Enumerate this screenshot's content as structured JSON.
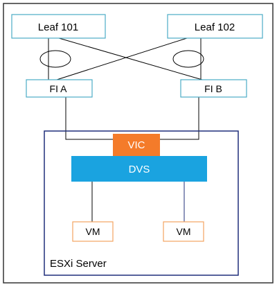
{
  "nodes": {
    "leaf1": {
      "label": "Leaf 101"
    },
    "leaf2": {
      "label": "Leaf 102"
    },
    "fia": {
      "label": "FI A"
    },
    "fib": {
      "label": "FI B"
    },
    "vic": {
      "label": "VIC"
    },
    "dvs": {
      "label": "DVS"
    },
    "vm1": {
      "label": "VM"
    },
    "vm2": {
      "label": "VM"
    },
    "esxi": {
      "label": "ESXi Server"
    }
  },
  "colors": {
    "switch_border": "#4bacc6",
    "server_border": "#1f2d7a",
    "vic_fill": "#f47b2a",
    "dvs_fill": "#1aa3e0",
    "vm_border": "#f4a460",
    "link": "#000000",
    "outer_border": "#333333"
  }
}
